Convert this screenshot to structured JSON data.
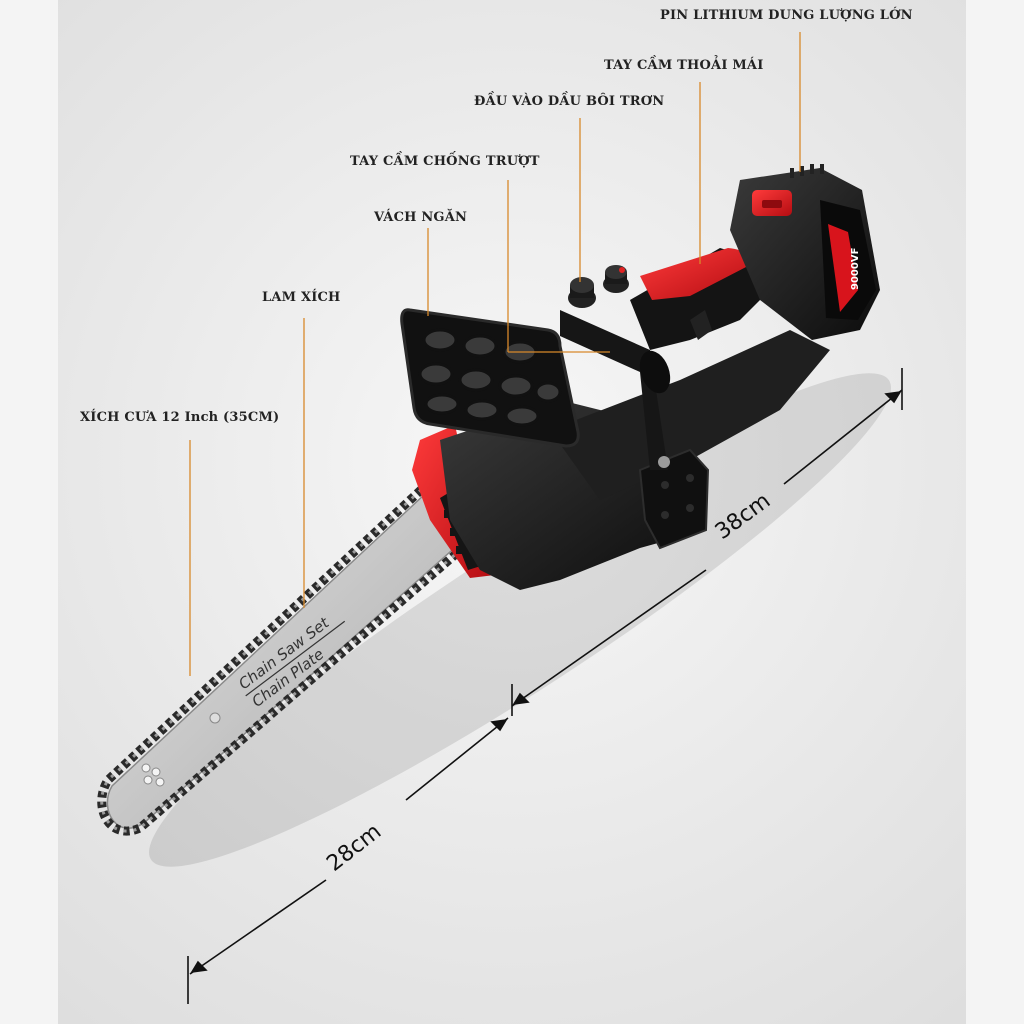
{
  "labels": {
    "battery": "PIN LITHIUM DUNG LƯỢNG LỚN",
    "comfort_handle": "TAY CẦM THOẢI MÁI",
    "oil_inlet": "ĐẦU VÀO DẦU BÔI TRƠN",
    "antislip_handle": "TAY CẦM CHỐNG TRƯỢT",
    "guard": "VÁCH NGĂN",
    "bar": "LAM XÍCH",
    "chain": "XÍCH CƯA 12 Inch (35CM)"
  },
  "dimensions": {
    "body_length": "38cm",
    "bar_length": "28cm"
  },
  "bar_print": {
    "line1": "Chain Saw Set",
    "line2": "Chain  Plate"
  },
  "battery_print": "9000VF",
  "colors": {
    "accent_red": "#d8141c",
    "body_black": "#1b1b1b",
    "bar_silver": "#c9c9c9",
    "background": "#ececec"
  }
}
